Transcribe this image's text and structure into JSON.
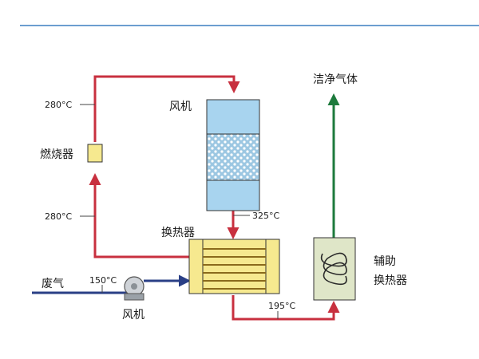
{
  "labels": {
    "clean_gas": "洁净气体",
    "fan_top": "风机",
    "burner": "燃烧器",
    "heat_exchanger": "换热器",
    "aux_hx_line1": "辅助",
    "aux_hx_line2": "换热器",
    "waste_gas": "废气",
    "fan_bottom": "风机"
  },
  "temperatures": {
    "burner_out": "280°C",
    "burner_in": "280°C",
    "reactor_out": "325°C",
    "waste_in": "150°C",
    "hx_out": "195°C"
  },
  "colors": {
    "hot_line": "#c8303f",
    "clean_line": "#1d7a3c",
    "inlet_line": "#2a3f86",
    "reactor_fill": "#a8d4ef",
    "unit_fill": "#f6e98f",
    "aux_fill": "#dfe6c8",
    "header_rule": "#3b7fc0"
  }
}
